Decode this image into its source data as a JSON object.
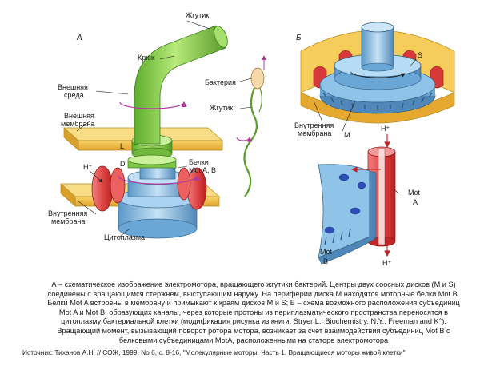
{
  "diagram": {
    "panel_a": {
      "letter": "A",
      "labels": {
        "flagellum_top": "Жгутик",
        "hook": "Крюк",
        "bacterium": "Бактерия",
        "outer_medium_line1": "Внешняя",
        "outer_medium_line2": "среда",
        "outer_membrane_line1": "Внешняя",
        "outer_membrane_line2": "мембрана",
        "flagellum_small": "Жгутик",
        "l_ring": "L",
        "d_ring": "D",
        "proton": "H⁺",
        "proteins_line1": "Белки",
        "proteins_line2": "Mot A, B",
        "inner_membrane_line1": "Внутренняя",
        "inner_membrane_line2": "мембрана",
        "cytoplasm": "Цитоплазма"
      }
    },
    "panel_b": {
      "letter": "Б",
      "labels": {
        "disk_s": "S",
        "disk_m": "M",
        "inner_membrane_line1": "Внутренняя",
        "inner_membrane_line2": "мембрана",
        "proton_top": "H⁺",
        "mot_a_line1": "Mot",
        "mot_a_line2": "A",
        "mot_b_line1": "Mot",
        "mot_b_line2": "B",
        "proton_bottom": "H⁺"
      }
    },
    "colors": {
      "flagellum": "#8fd14f",
      "membrane": "#f0b93a",
      "disk_blue": "#8fc3e8",
      "protein_red": "#d9383a",
      "rotation_arrow": "#b0389c"
    }
  },
  "caption": {
    "text": "А – схематическое изображение электромотора, вращающего жгутики бактерий. Центры двух соосных дисков (M и S) соединены с вращающимся стержнем, выступающим наружу. На периферии диска M находятся моторные белки Mot B. Белки Mot A встроены в мембрану и примыкают к краям дисков M и S; Б – схема возможного расположения субъединиц Mot A и Mot B, образующих каналы, через которые протоны из периплазматического пространства переносятся в цитоплазму бактериальной клетки (модификация рисунка из книги: Stryer L., Biochemistry. N.Y.: Freeman and K°). Вращающий момент, вызывающий поворот ротора мотора, возникает за счет взаимодействия субъединиц Mot B с белковыми субъединицами MotA, расположенными на статоре электромотора"
  },
  "source": {
    "text": "Источник: Тиханов А.Н. // СОЖ, 1999, No 6, с. 8-16, \"Молекулярные моторы. Часть 1. Вращающиеся моторы живой клетки\""
  }
}
